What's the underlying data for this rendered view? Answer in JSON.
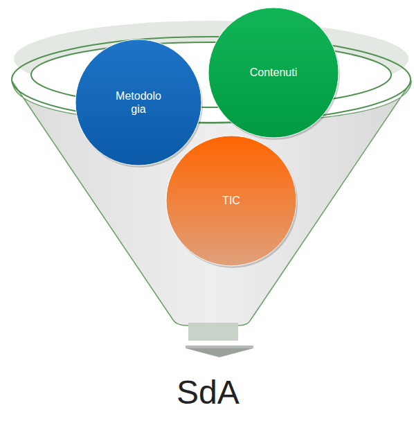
{
  "diagram": {
    "nodes": [
      {
        "text": [
          "Metodolo gia"
        ]
      },
      {
        "text": [
          "Contenuti"
        ]
      },
      {
        "text": [
          "TIC"
        ]
      }
    ],
    "labels": [
      "SdA"
    ]
  }
}
